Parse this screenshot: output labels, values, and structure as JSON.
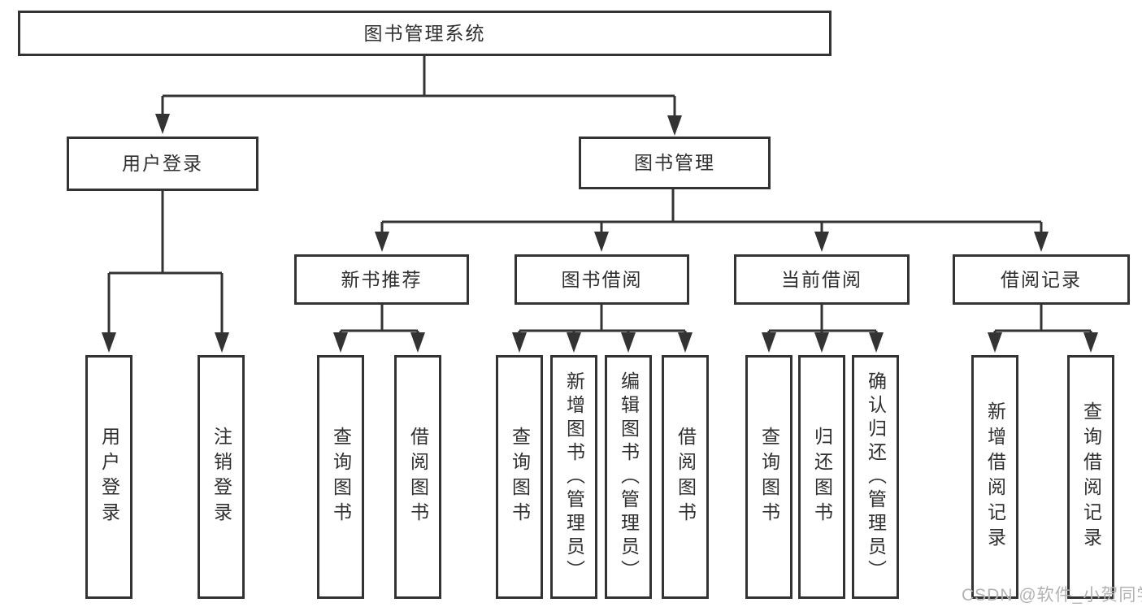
{
  "diagram": {
    "title": "图书管理系统",
    "nodes": {
      "root": "图书管理系统",
      "l2_user_login": "用户登录",
      "l2_book_mgmt": "图书管理",
      "l3_new_books": "新书推荐",
      "l3_book_borrow": "图书借阅",
      "l3_current_borrow": "当前借阅",
      "l3_borrow_records": "借阅记录",
      "leaf_user_login": "用户登录",
      "leaf_logout": "注销登录",
      "leaf_nb_query": "查询图书",
      "leaf_nb_borrow": "借阅图书",
      "leaf_bb_query": "查询图书",
      "leaf_bb_add": "新增图书（管理员）",
      "leaf_bb_edit": "编辑图书（管理员）",
      "leaf_bb_borrow": "借阅图书",
      "leaf_cb_query": "查询图书",
      "leaf_cb_return": "归还图书",
      "leaf_cb_confirm": "确认归还（管理员）",
      "leaf_br_add": "新增借阅记录",
      "leaf_br_query": "查询借阅记录"
    },
    "edges": [
      [
        "图书管理系统",
        "用户登录"
      ],
      [
        "图书管理系统",
        "图书管理"
      ],
      [
        "用户登录",
        "用户登录"
      ],
      [
        "用户登录",
        "注销登录"
      ],
      [
        "图书管理",
        "新书推荐"
      ],
      [
        "图书管理",
        "图书借阅"
      ],
      [
        "图书管理",
        "当前借阅"
      ],
      [
        "图书管理",
        "借阅记录"
      ],
      [
        "新书推荐",
        "查询图书"
      ],
      [
        "新书推荐",
        "借阅图书"
      ],
      [
        "图书借阅",
        "查询图书"
      ],
      [
        "图书借阅",
        "新增图书（管理员）"
      ],
      [
        "图书借阅",
        "编辑图书（管理员）"
      ],
      [
        "图书借阅",
        "借阅图书"
      ],
      [
        "当前借阅",
        "查询图书"
      ],
      [
        "当前借阅",
        "归还图书"
      ],
      [
        "当前借阅",
        "确认归还（管理员）"
      ],
      [
        "借阅记录",
        "新增借阅记录"
      ],
      [
        "借阅记录",
        "查询借阅记录"
      ]
    ],
    "line_color": "#333333",
    "box_background": "#ffffff",
    "text_color": "#2f2f2f"
  },
  "watermark": "CSDN @软件_小贺同学"
}
